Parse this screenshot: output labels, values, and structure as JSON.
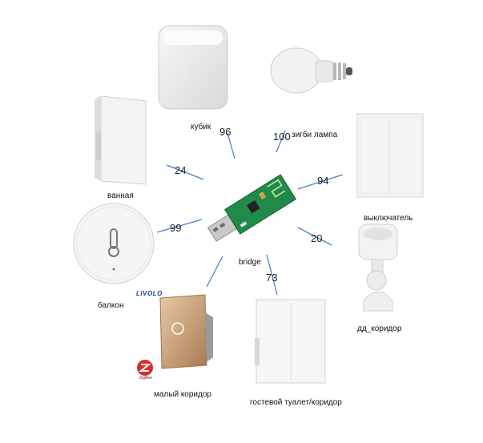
{
  "hub": {
    "label": "bridge"
  },
  "nodes": [
    {
      "id": "cube",
      "label": "кубик",
      "lqi": "96"
    },
    {
      "id": "bulb",
      "label": "зигби лампа",
      "lqi": "100"
    },
    {
      "id": "switch-right",
      "label": "выключатель",
      "lqi": "94"
    },
    {
      "id": "motion",
      "label": "дд_коридор",
      "lqi": "20"
    },
    {
      "id": "guest",
      "label": "гостевой туалет/коридор",
      "lqi": "73"
    },
    {
      "id": "small-corridor",
      "label": "малый коридор",
      "lqi": ""
    },
    {
      "id": "balcony",
      "label": "балкон",
      "lqi": "99"
    },
    {
      "id": "bath",
      "label": "ванная",
      "lqi": "24"
    }
  ],
  "brands": {
    "livolo": "LIVOLO",
    "zigbee": "ZigBee"
  },
  "colors": {
    "link": "#4a7fcf",
    "pcb": "#1f8a4a",
    "gold": "#c9a27a"
  }
}
